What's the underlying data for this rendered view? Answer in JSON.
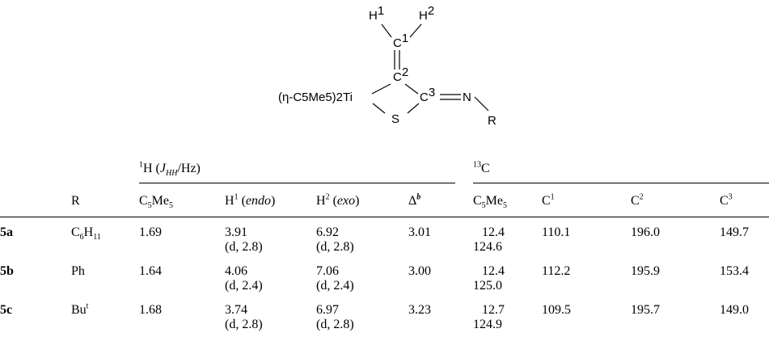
{
  "structure": {
    "h1": "H",
    "h1_sup": "1",
    "h2": "H",
    "h2_sup": "2",
    "c1": "C",
    "c1_sup": "1",
    "c2": "C",
    "c2_sup": "2",
    "c3": "C",
    "c3_sup": "3",
    "ti": "(η-C5Me5)2Ti",
    "s": "S",
    "n": "N",
    "r": "R"
  },
  "headers": {
    "h_group_sup": "1",
    "h_group_main": "H (",
    "h_group_j": "J",
    "h_group_jsub": "HH",
    "h_group_tail": "/Hz)",
    "c_group_sup": "13",
    "c_group_main": "C",
    "col_r": "R",
    "col_c5me5": "C5Me5",
    "col_h1_main": "H",
    "col_h1_sup": "1",
    "col_h1_tag": "endo",
    "col_h2_main": "H",
    "col_h2_sup": "2",
    "col_h2_tag": "exo",
    "col_delta": "Δ",
    "col_delta_sup": "b",
    "col_c_c5me5": "C5Me5",
    "col_c1_main": "C",
    "col_c1_sup": "1",
    "col_c2_main": "C",
    "col_c2_sup": "2",
    "col_c3_main": "C",
    "col_c3_sup": "3"
  },
  "rows": [
    {
      "id": "5a",
      "r": "C6H11",
      "c5me5": "1.69",
      "h1": "3.91",
      "h1_sub": "(d, 2.8)",
      "h2": "6.92",
      "h2_sub": "(d, 2.8)",
      "delta": "3.01",
      "c5": "12.4",
      "c5_sub": "124.6",
      "c1": "110.1",
      "c2": "196.0",
      "c3": "149.7"
    },
    {
      "id": "5b",
      "r": "Ph",
      "c5me5": "1.64",
      "h1": "4.06",
      "h1_sub": "(d, 2.4)",
      "h2": "7.06",
      "h2_sub": "(d, 2.4)",
      "delta": "3.00",
      "c5": "12.4",
      "c5_sub": "125.0",
      "c1": "112.2",
      "c2": "195.9",
      "c3": "153.4"
    },
    {
      "id": "5c",
      "r": "Bu",
      "r_sup": "t",
      "c5me5": "1.68",
      "h1": "3.74",
      "h1_sub": "(d, 2.8)",
      "h2": "6.97",
      "h2_sub": "(d, 2.8)",
      "delta": "3.23",
      "c5": "12.7",
      "c5_sub": "124.9",
      "c1": "109.5",
      "c2": "195.7",
      "c3": "149.0"
    }
  ]
}
